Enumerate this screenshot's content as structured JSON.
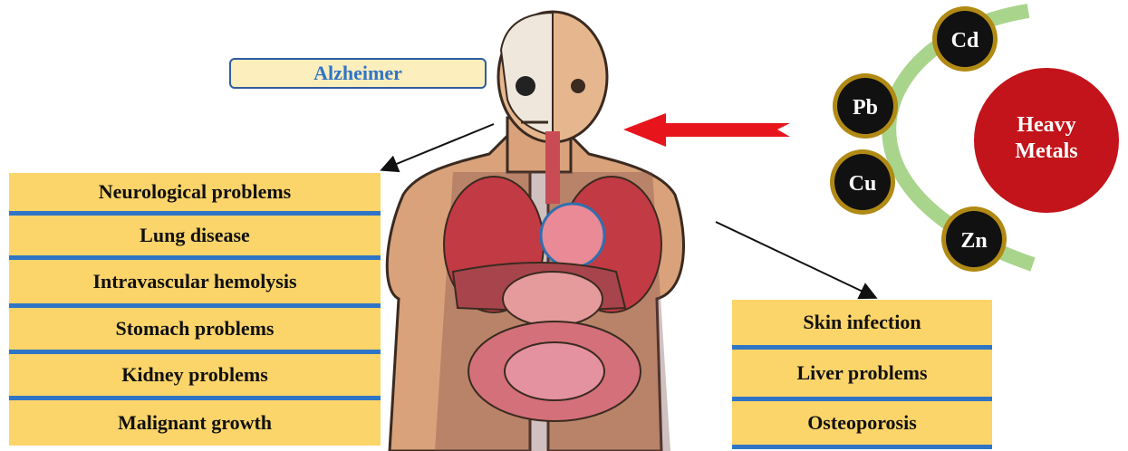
{
  "top_label": "Alzheimer",
  "left_list": [
    "Neurological problems",
    "Lung disease",
    "Intravascular hemolysis",
    "Stomach problems",
    "Kidney problems",
    "Malignant growth"
  ],
  "right_list": [
    "Skin infection",
    "Liver problems",
    "Osteoporosis"
  ],
  "metals": [
    "Cd",
    "Pb",
    "Cu",
    "Zn"
  ],
  "heavy_metals": {
    "line1": "Heavy",
    "line2": "Metals"
  },
  "colors": {
    "box": "#fbd46a",
    "separator": "#2f75c5",
    "arrow": "#e8141c",
    "metal_circle": "#c2141a",
    "arc": "#a9d48c"
  }
}
